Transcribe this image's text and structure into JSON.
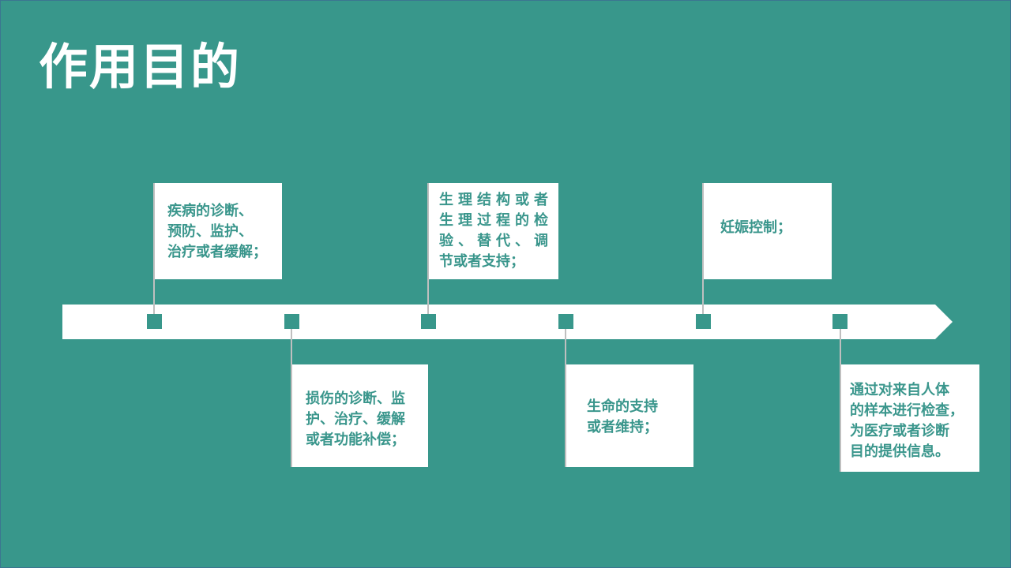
{
  "slide": {
    "title": "作用目的",
    "colors": {
      "background": "#38978b",
      "timeline": "#ffffff",
      "marker": "#38978b",
      "connector": "#bfbfbf",
      "card_background": "#ffffff",
      "card_text": "#3a968c",
      "title_text": "#ffffff"
    },
    "timeline": {
      "direction": "right-arrow",
      "markers": 6
    },
    "cards": [
      {
        "position": "top",
        "lines": [
          "疾病的诊断、",
          "预防、监护、",
          "治疗或者缓解；"
        ]
      },
      {
        "position": "bottom",
        "lines": [
          "损伤的诊断、监",
          "护、治疗、缓解",
          "或者功能补偿；"
        ]
      },
      {
        "position": "top",
        "lines": [
          "生理结构或者",
          "生理过程的检",
          "验、替代、调",
          "节或者支持；"
        ]
      },
      {
        "position": "bottom",
        "lines": [
          "生命的支持",
          "或者维持；"
        ]
      },
      {
        "position": "top",
        "lines": [
          "妊娠控制；"
        ]
      },
      {
        "position": "bottom",
        "lines": [
          "通过对来自人体",
          "的样本进行检查，",
          "为医疗或者诊断",
          "目的提供信息。"
        ]
      }
    ]
  }
}
